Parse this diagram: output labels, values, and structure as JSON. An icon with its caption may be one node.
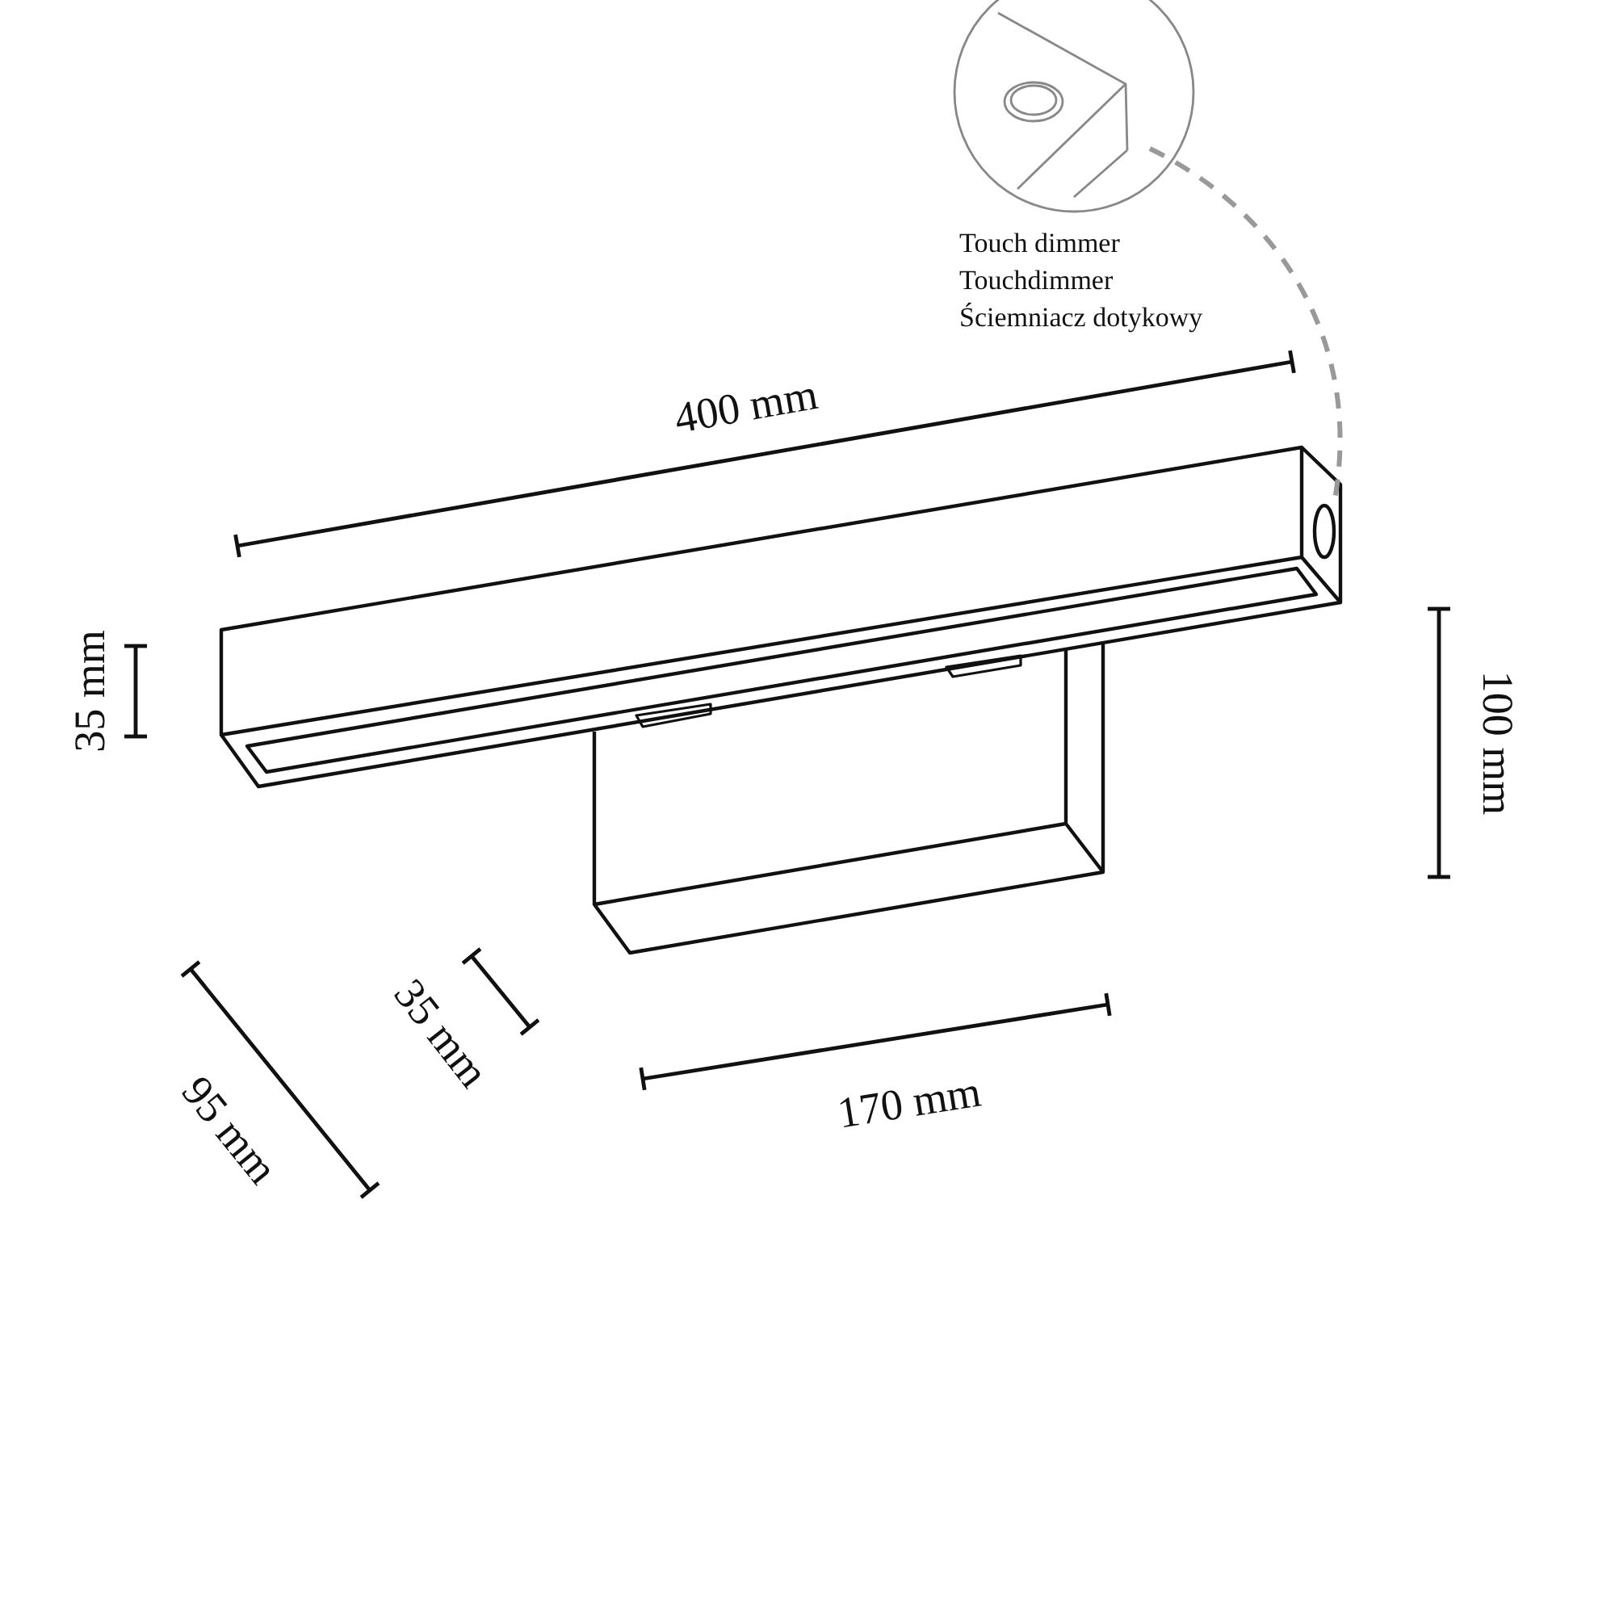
{
  "diagram": {
    "nodes": [
      {
        "text": [],
        "shape": "circle",
        "beside": [
          "Touch dimmer",
          "Touchdimmer",
          "Ściemniacz dotykowy"
        ]
      },
      {
        "text": [],
        "shape": "circle"
      }
    ],
    "edges": [
      {
        "from": 0,
        "to": 1,
        "arrow": "none",
        "style": "dashed"
      }
    ],
    "labels": [
      "400 mm",
      "35 mm",
      "100 mm",
      "35 mm",
      "170 mm",
      "95 mm"
    ]
  }
}
